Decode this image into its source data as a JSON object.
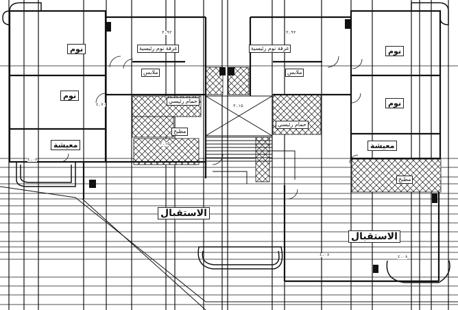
{
  "labels": {
    "bedroom_left_top": "نوم",
    "bedroom_left_mid": "نوم",
    "living_left": "معيشة",
    "master_left": "غرفة نوم رئيسية",
    "closet_left": "ملابس",
    "bath_left": "حمام رئيسي",
    "kitchen_left": "مطبخ",
    "reception_left": "الاستقبال",
    "master_right": "غرفة نوم رئيسية",
    "closet_right": "ملابس",
    "bath_right": "حمام رئيسي",
    "bedroom_right_top": "نوم",
    "bedroom_right_mid": "نوم",
    "living_right": "معيشة",
    "kitchen_right": "مطبخ",
    "reception_right": "الاستقبال"
  },
  "dimensions": {
    "d1": "٤.٠٨",
    "d2": "٤.٠٨",
    "d3": "٢.١٥",
    "d4": "٤.٠٨",
    "d5": "٣.١٥",
    "d6": "٣.٩٣",
    "d7": "٣.٩٣",
    "d8": "٤.٧٠"
  },
  "colors": {
    "line": "#111111",
    "paper": "#ffffff"
  }
}
